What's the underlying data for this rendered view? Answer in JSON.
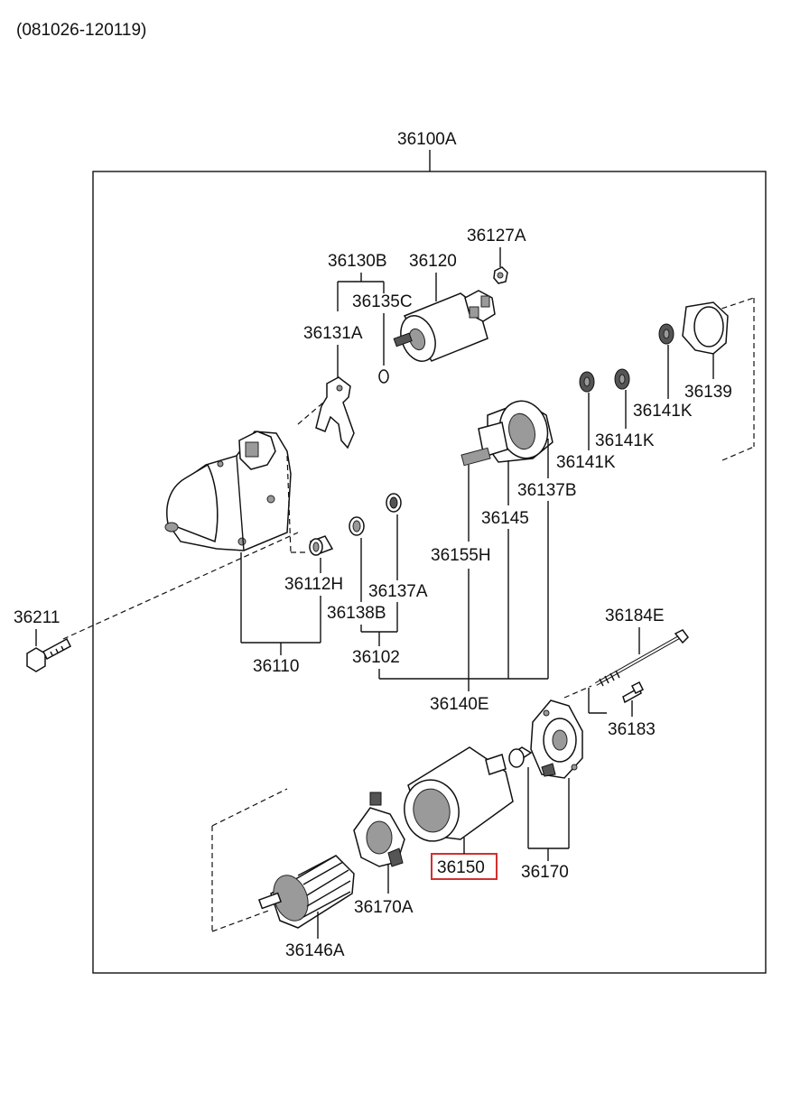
{
  "date_range": "(081026-120119)",
  "highlight_color": "#d32f2f",
  "highlighted_part": "36150",
  "labels": {
    "assembly": "36100A",
    "p36127A": "36127A",
    "p36130B": "36130B",
    "p36120": "36120",
    "p36135C": "36135C",
    "p36131A": "36131A",
    "p36139": "36139",
    "p36141K_a": "36141K",
    "p36141K_b": "36141K",
    "p36141K_c": "36141K",
    "p36137B": "36137B",
    "p36145": "36145",
    "p36155H": "36155H",
    "p36112H": "36112H",
    "p36137A": "36137A",
    "p36138B": "36138B",
    "p36211": "36211",
    "p36110": "36110",
    "p36102": "36102",
    "p36140E": "36140E",
    "p36184E": "36184E",
    "p36183": "36183",
    "p36150": "36150",
    "p36170": "36170",
    "p36170A": "36170A",
    "p36146A": "36146A"
  }
}
